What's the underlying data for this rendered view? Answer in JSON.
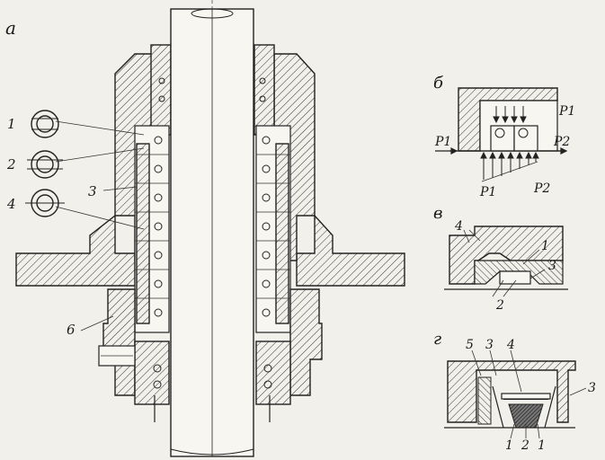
{
  "figure": {
    "main_label": "а",
    "detail_b": {
      "label": "б",
      "labels": [
        "P1",
        "P1",
        "P2",
        "P1",
        "P2"
      ]
    },
    "detail_v": {
      "label": "в",
      "parts": [
        "4",
        "1",
        "3",
        "2"
      ]
    },
    "detail_g": {
      "label": "г",
      "parts_top": [
        "5",
        "3",
        "4",
        "3"
      ],
      "parts_bottom": [
        "1",
        "2",
        "1"
      ]
    },
    "ring_callouts": [
      "1",
      "2",
      "4"
    ],
    "assembly_callouts": [
      "3",
      "6"
    ]
  },
  "colors": {
    "ink": "#222222",
    "paper": "#f2f0ea"
  }
}
